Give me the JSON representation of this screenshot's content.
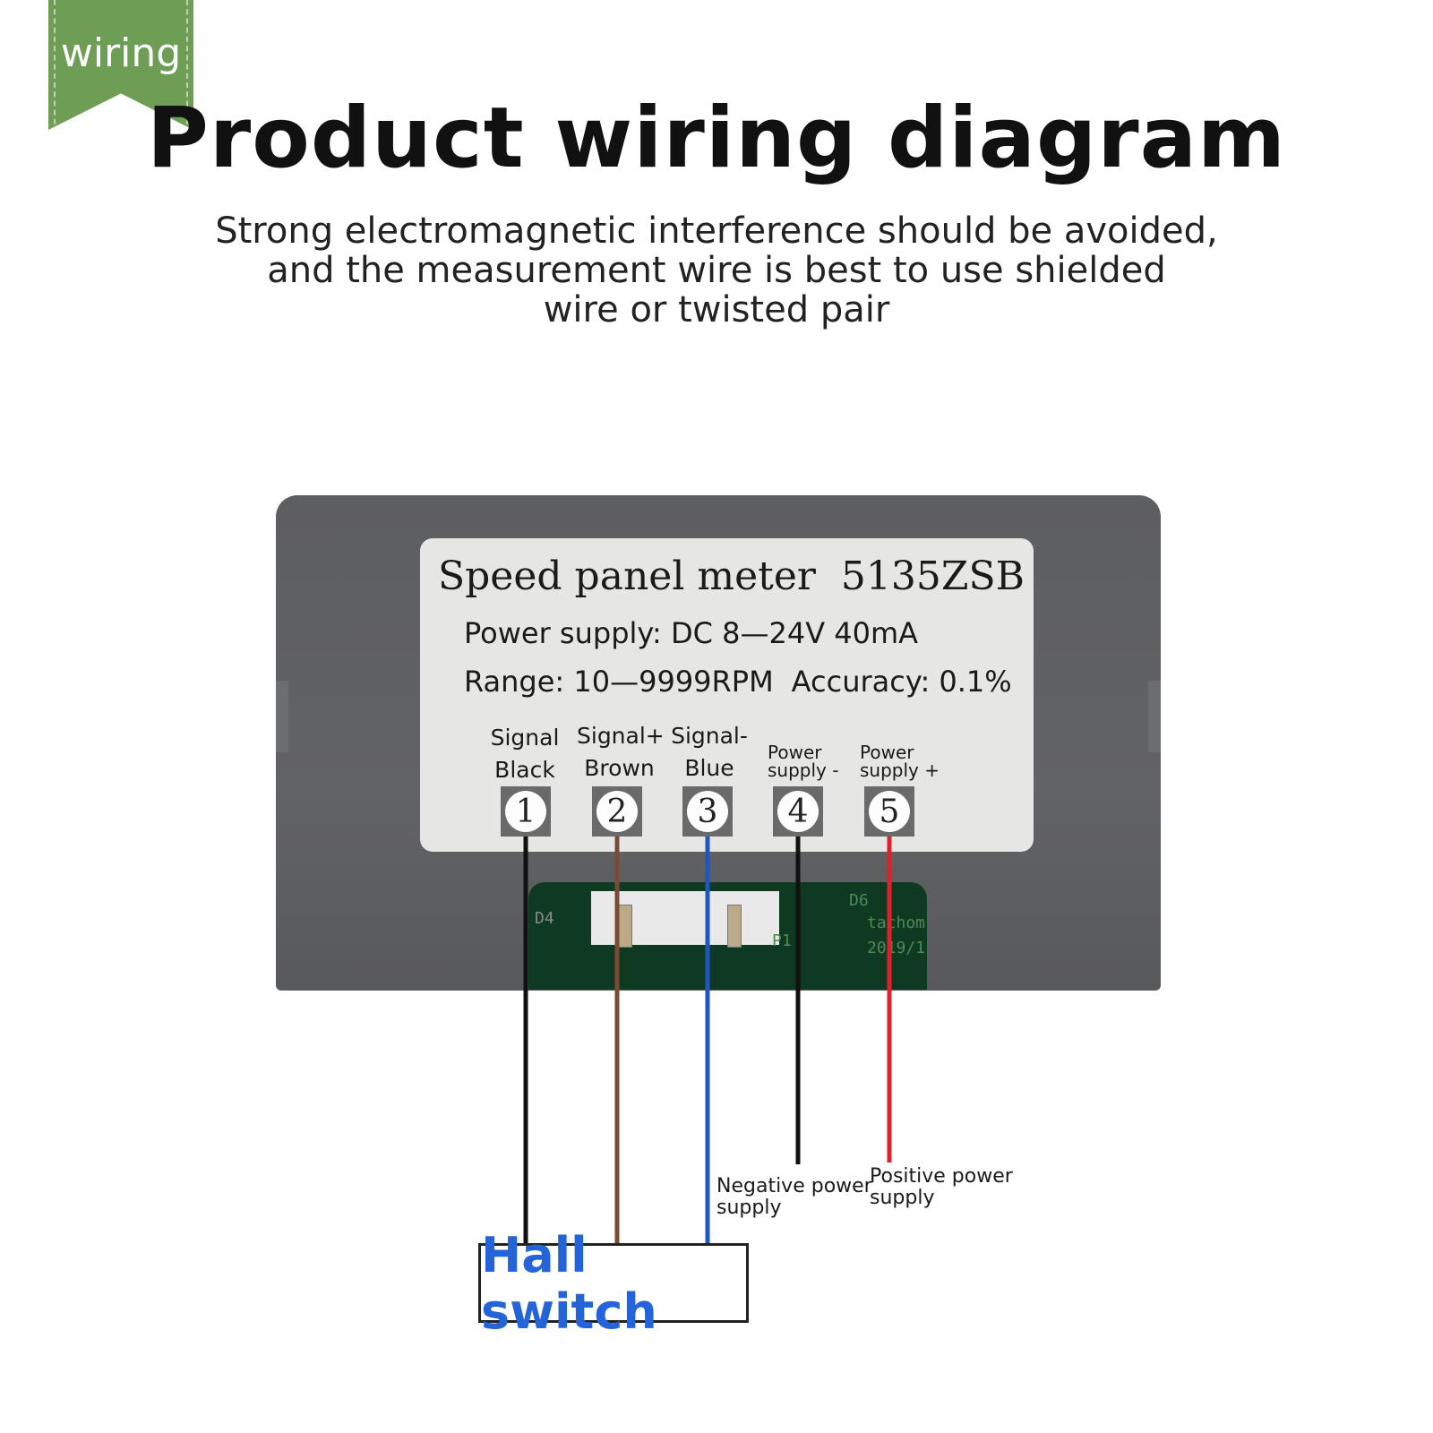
{
  "badge": {
    "text": "wiring",
    "color": "#6e9e55"
  },
  "title": "Product wiring diagram",
  "subtitle_lines": [
    "Strong electromagnetic interference should be avoided,",
    "and the measurement wire is best to use shielded",
    "wire or twisted pair"
  ],
  "plate": {
    "name": "Speed panel meter",
    "model": "5135ZSB",
    "power": "Power supply: DC 8—24V 40mA",
    "range": "Range: 10—9999RPM",
    "accuracy": "Accuracy: 0.1%"
  },
  "terminals": [
    {
      "number": "1",
      "line1": "Signal",
      "line2": "Black",
      "wire_color": "#111111"
    },
    {
      "number": "2",
      "line1": "Signal+",
      "line2": "Brown",
      "wire_color": "#7a4a33"
    },
    {
      "number": "3",
      "line1": "Signal-",
      "line2": "Blue",
      "wire_color": "#1f56c4"
    },
    {
      "number": "4",
      "line1": "Power",
      "line2": "supply -",
      "wire_color": "#111111"
    },
    {
      "number": "5",
      "line1": "Power",
      "line2": "supply +",
      "wire_color": "#e0202a"
    }
  ],
  "pcb_labels": [
    "D6",
    "tachom",
    "2019/1",
    "P1",
    "D4"
  ],
  "notes": {
    "negative": [
      "Negative power",
      "supply"
    ],
    "positive": [
      "Positive power",
      "supply"
    ]
  },
  "hall_switch": {
    "text": "Hall switch",
    "color": "#2463d8"
  }
}
